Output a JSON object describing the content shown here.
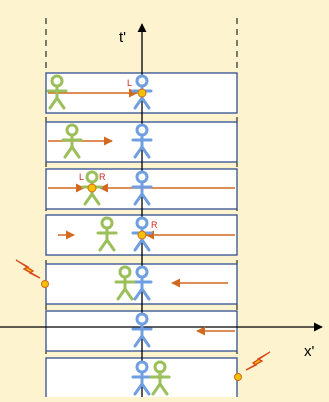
{
  "axes": {
    "x_label": "x'",
    "t_label": "t'"
  },
  "frames": [
    {
      "id": 1,
      "labels": [
        "L"
      ]
    },
    {
      "id": 2,
      "labels": []
    },
    {
      "id": 3,
      "labels": [
        "L",
        "R"
      ]
    },
    {
      "id": 4,
      "labels": [
        "R"
      ]
    },
    {
      "id": 5,
      "labels": []
    },
    {
      "id": 6,
      "labels": []
    },
    {
      "id": 7,
      "labels": []
    }
  ],
  "colors": {
    "background": "#fdf3cf",
    "panel": "#ffffff",
    "panel_border": "#2f4f8f",
    "blue_figure": "#6f9fe0",
    "green_figure": "#9bbf5a",
    "light_beam": "#d2691e",
    "label": "#cc2222",
    "flash": "#f2c200"
  }
}
